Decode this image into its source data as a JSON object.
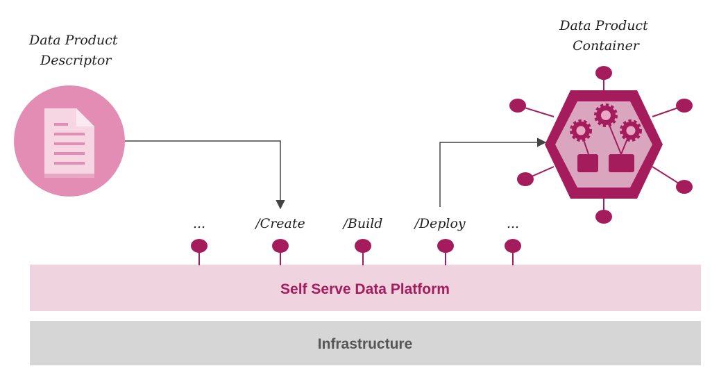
{
  "descriptor": {
    "label_line1": "Data Product",
    "label_line2": "Descriptor",
    "icon": "document-icon"
  },
  "container": {
    "label_line1": "Data Product",
    "label_line2": "Container",
    "icon": "hexagon-gears-icon"
  },
  "endpoints": [
    {
      "label": "..."
    },
    {
      "label": "/Create"
    },
    {
      "label": "/Build"
    },
    {
      "label": "/Deploy"
    },
    {
      "label": "..."
    }
  ],
  "platform": {
    "label": "Self Serve Data Platform"
  },
  "infrastructure": {
    "label": "Infrastructure"
  },
  "colors": {
    "accent": "#a51c5c",
    "descriptor_circle": "#e48db4",
    "document": "#f7d6e4",
    "document_lines": "#e48db4",
    "hex_fill": "#d9a5bf",
    "platform_band": "#efd3de",
    "platform_text": "#a51c5c",
    "infra_band": "#d6d6d6",
    "infra_text": "#555555",
    "arrow": "#444444"
  }
}
